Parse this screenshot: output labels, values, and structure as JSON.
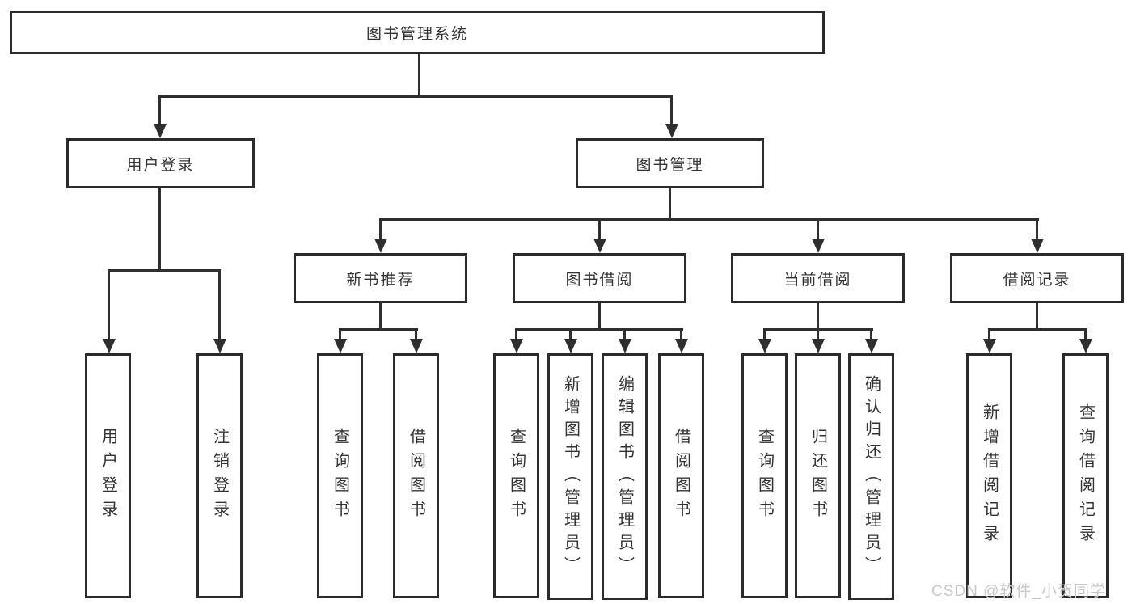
{
  "diagram_type": "hierarchy-tree",
  "title": "图书管理系统",
  "colors": {
    "background": "#ffffff",
    "box_border": "#2b2b2b",
    "connector_line": "#2f2f2f",
    "text": "#333333",
    "watermark_text": "#c9c7c7"
  },
  "watermark": {
    "text": "CSDN @软件_小贺同学"
  },
  "tree": {
    "label": "图书管理系统",
    "children": [
      {
        "label": "用户登录",
        "children": [
          {
            "label": "用户登录"
          },
          {
            "label": "注销登录"
          }
        ]
      },
      {
        "label": "图书管理",
        "children": [
          {
            "label": "新书推荐",
            "children": [
              {
                "label": "查询图书"
              },
              {
                "label": "借阅图书"
              }
            ]
          },
          {
            "label": "图书借阅",
            "children": [
              {
                "label": "查询图书"
              },
              {
                "label": "新增图书（管理员）"
              },
              {
                "label": "编辑图书（管理员）"
              },
              {
                "label": "借阅图书"
              }
            ]
          },
          {
            "label": "当前借阅",
            "children": [
              {
                "label": "查询图书"
              },
              {
                "label": "归还图书"
              },
              {
                "label": "确认归还（管理员）"
              }
            ]
          },
          {
            "label": "借阅记录",
            "children": [
              {
                "label": "新增借阅记录"
              },
              {
                "label": "查询借阅记录"
              }
            ]
          }
        ]
      }
    ]
  }
}
